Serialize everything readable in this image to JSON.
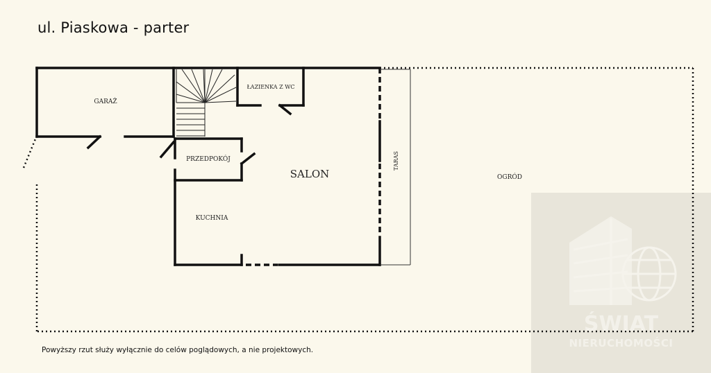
{
  "title": "ul. Piaskowa - parter",
  "footnote": "Powyższy rzut służy wyłącznie do celów poglądowych, a nie projektowych.",
  "rooms": {
    "garaz": "GARAŻ",
    "lazienka": "ŁAZIENKA Z WC",
    "przedpokoj": "PRZEDPOKÓJ",
    "salon": "SALON",
    "kuchnia": "KUCHNIA",
    "taras": "TARAS",
    "ogrod": "OGRÓD"
  },
  "watermark": {
    "line1": "ŚWIAT",
    "line2": "NIERUCHOMOŚCI",
    "icon": "building-globe-logo-icon"
  },
  "colors": {
    "background": "#fbf8ec",
    "wall": "#111111",
    "watermark_bg": "#e8e5da"
  }
}
